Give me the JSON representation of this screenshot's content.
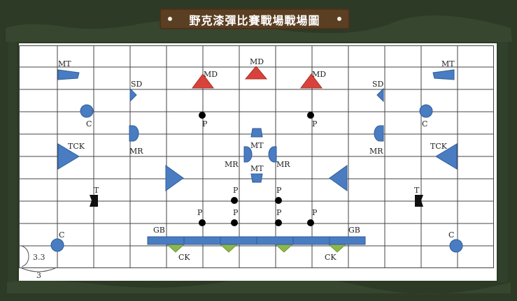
{
  "title": "野克漆彈比賽戰場戰場圖",
  "colors": {
    "bunker_blue": "#4a7cc2",
    "mid_red": "#d9423a",
    "cake_green": "#8cb84a",
    "tower_black": "#111111",
    "grid_line": "#444444"
  },
  "labels": {
    "mt_left": "MT",
    "mt_right": "MT",
    "md_left": "MD",
    "md_center": "MD",
    "md_right": "MD",
    "sd_left": "SD",
    "sd_right": "SD",
    "c_left_upper": "C",
    "c_right_upper": "C",
    "c_left_lower": "C",
    "c_right_lower": "C",
    "mr_left": "MR",
    "mr_right": "MR",
    "mt_center_top": "MT",
    "mt_center_bottom": "MT",
    "mr_center_left": "MR",
    "mr_center_right": "MR",
    "tck_left": "TCK",
    "tck_right": "TCK",
    "t_left": "T",
    "t_right": "T",
    "p_upper_left": "P",
    "p_upper_right": "P",
    "p_mid_left": "P",
    "p_mid_right": "P",
    "p_low_1": "P",
    "p_low_2": "P",
    "p_low_3": "P",
    "p_low_4": "P",
    "gb_left": "GB",
    "gb_right": "GB",
    "ck_left": "CK",
    "ck_right": "CK"
  },
  "scale": {
    "height_label": "3.3",
    "width_label": "3"
  }
}
